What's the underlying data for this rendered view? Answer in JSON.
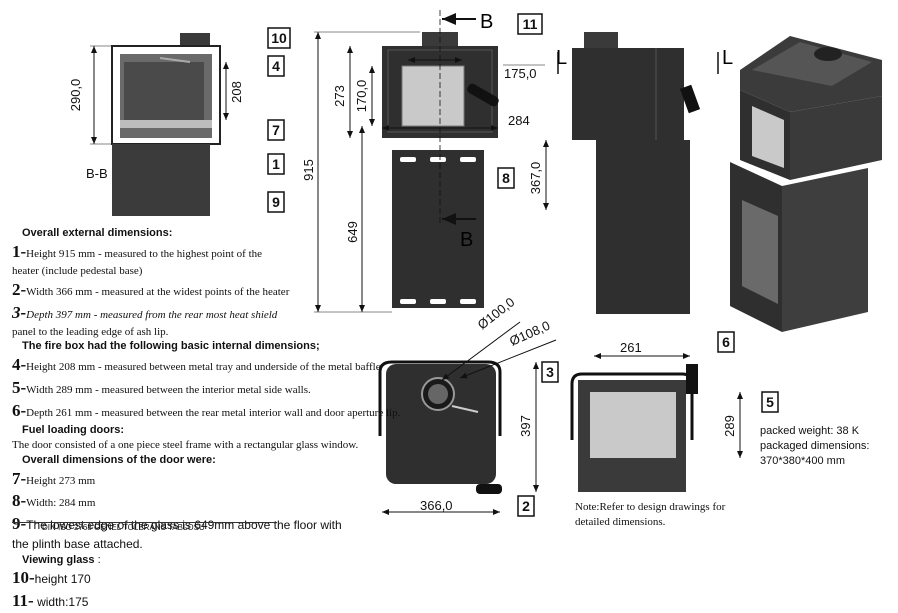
{
  "dimensions": {
    "d290": "290,0",
    "d208": "208",
    "d273": "273",
    "d170": "170,0",
    "d175": "175,0",
    "d284": "284",
    "d915": "915",
    "d649": "649",
    "d367": "367,0",
    "d100": "Ø100,0",
    "d108": "Ø108,0",
    "d397": "397",
    "d261": "261",
    "d289": "289",
    "d366": "366,0"
  },
  "section_labels": {
    "bb_label": "B-B",
    "b_top": "B",
    "b_bottom": "B",
    "l_left": "L",
    "l_right": "L"
  },
  "callouts": [
    "10",
    "11",
    "4",
    "7",
    "1",
    "9",
    "8",
    "3",
    "6",
    "5",
    "2"
  ],
  "specs": {
    "overall_heading": "Overall external dimensions:",
    "item1_num": "1-",
    "item1_text": "Height 915 mm - measured to the highest point of the",
    "item1_text2": "heater (include pedestal base)",
    "item2_num": "2-",
    "item2_text": "Width 366 mm - measured at the widest points of the heater",
    "item3_num": "3-",
    "item3_text": "Depth 397 mm - measured from the rear most heat shield",
    "item3_text2": "panel to the leading edge of ash lip.",
    "firebox_heading": "The fire box had the following basic internal dimensions;",
    "item4_num": "4-",
    "item4_text": "Height 208 mm - measured between metal tray and underside of the metal baffle",
    "item5_num": "5-",
    "item5_text": "Width 289 mm - measured between the interior metal side walls.",
    "item6_num": "6-",
    "item6_text": "Depth 261 mm - measured between the rear metal interior wall and door aperture lip.",
    "fuel_heading": "Fuel loading doors:",
    "fuel_text": "The door consisted of a one piece steel frame with a rectangular glass window.",
    "door_heading": "Overall dimensions of the door were:",
    "item7_num": "7-",
    "item7_text": "Height 273 mm",
    "item8_num": "8-",
    "item8_text": "Width: 284 mm",
    "item9_num": "9-",
    "item9_text": "The lowest edge of the glass is 649mm above the floor with",
    "item9_text2": "the plinth base attached.",
    "glass_heading": "Viewing glass",
    "glass_colon": " :",
    "item10_num": "10-",
    "item10_text": "height 170",
    "item11_num": "11-",
    "item11_text": " width:175"
  },
  "packed": {
    "weight": "packed weight: 38 K",
    "dims_label": "packaged dimensions:",
    "dims": "370*380*400 mm"
  },
  "note": {
    "line1": "Note:Refer to design drawings for",
    "line2": "detailed dimensions."
  },
  "tolerance": "DIN ISO 2768 GENEL TOLERANS TABLOSU",
  "colors": {
    "steel": "#2f2f2f",
    "steel_light": "#5a5a5a",
    "glass": "#c9c9c9",
    "line": "#111111"
  }
}
